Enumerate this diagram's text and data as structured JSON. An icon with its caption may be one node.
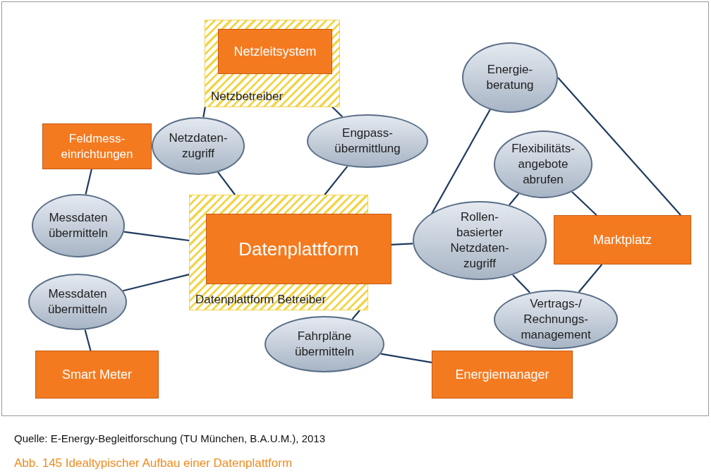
{
  "diagram": {
    "caption": "Abb. 145 Idealtypischer Aufbau einer Datenplattform",
    "nodes": [
      {
        "text": [
          "Netzbetreiber"
        ]
      },
      {
        "text": [
          "Netzleitsystem"
        ],
        "in": 0
      },
      {
        "text": [
          "Feldmess- einrichtungen"
        ]
      },
      {
        "text": [
          "Netzdaten- zugriff"
        ]
      },
      {
        "text": [
          "Engpass- übermittlung"
        ]
      },
      {
        "text": [
          "Energie- beratung"
        ]
      },
      {
        "text": [
          "Flexibilitäts- angebote abrufen"
        ]
      },
      {
        "text": [
          "Messdaten übermitteln"
        ]
      },
      {
        "text": [
          "Datenplattform Betreiber"
        ]
      },
      {
        "text": [
          "Datenplattform"
        ]
      },
      {
        "text": [
          "Rollen- basierter Netzdaten- zugriff"
        ]
      },
      {
        "text": [
          "Marktplatz"
        ]
      },
      {
        "text": [
          "Messdaten übermitteln"
        ]
      },
      {
        "text": [
          "Vertrags-/ Rechnungs- management"
        ]
      },
      {
        "text": [
          "Fahrpläne übermitteln"
        ]
      },
      {
        "text": [
          "Smart Meter"
        ]
      },
      {
        "text": [
          "Energiemanager"
        ]
      }
    ],
    "edges": [
      {
        "from": 0,
        "to": 3,
        "arrow": "none"
      },
      {
        "from": 1,
        "to": 4,
        "arrow": "none"
      },
      {
        "from": 3,
        "to": 8,
        "arrow": "none"
      },
      {
        "from": 4,
        "to": 8,
        "arrow": "none"
      },
      {
        "from": 2,
        "to": 7,
        "arrow": "none"
      },
      {
        "from": 7,
        "to": 8,
        "arrow": "none"
      },
      {
        "from": 12,
        "to": 8,
        "arrow": "none"
      },
      {
        "from": 12,
        "to": 15,
        "arrow": "none"
      },
      {
        "from": 9,
        "to": 10,
        "arrow": "none"
      },
      {
        "from": 10,
        "to": 5,
        "arrow": "none"
      },
      {
        "from": 5,
        "to": 11,
        "arrow": "none"
      },
      {
        "from": 6,
        "to": 10,
        "arrow": "none"
      },
      {
        "from": 6,
        "to": 11,
        "arrow": "none"
      },
      {
        "from": 11,
        "to": 13,
        "arrow": "none"
      },
      {
        "from": 10,
        "to": 13,
        "arrow": "none"
      },
      {
        "from": 8,
        "to": 14,
        "arrow": "none"
      },
      {
        "from": 14,
        "to": 16,
        "arrow": "none"
      }
    ],
    "labels": [
      "Quelle: E-Energy-Begleitforschung (TU München, B.A.U.M.), 2013"
    ]
  }
}
